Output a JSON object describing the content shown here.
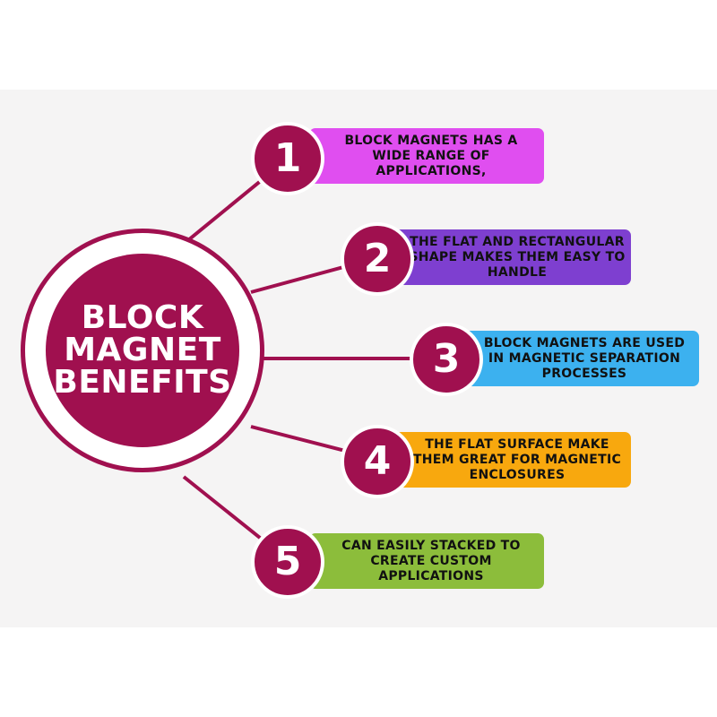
{
  "colors": {
    "brand": "#a0104f",
    "background": "#f5f4f4",
    "connector": "#a0104f"
  },
  "hub": {
    "lines": [
      "BLOCK",
      "MAGNET",
      "BENEFITS"
    ]
  },
  "benefits": [
    {
      "number": "1",
      "text": "BLOCK MAGNETS HAS A WIDE RANGE OF APPLICATIONS,",
      "color": "#e04ef0"
    },
    {
      "number": "2",
      "text": "THE FLAT AND RECTANGULAR SHAPE  MAKES THEM EASY TO HANDLE",
      "color": "#7e3fd0"
    },
    {
      "number": "3",
      "text": "BLOCK MAGNETS ARE USED IN MAGNETIC SEPARATION PROCESSES",
      "color": "#3cb1ef"
    },
    {
      "number": "4",
      "text": "THE FLAT SURFACE MAKE THEM GREAT FOR MAGNETIC ENCLOSURES",
      "color": "#f8a80e"
    },
    {
      "number": "5",
      "text": "CAN EASILY STACKED TO CREATE CUSTOM APPLICATIONS",
      "color": "#8cbd3b"
    }
  ]
}
